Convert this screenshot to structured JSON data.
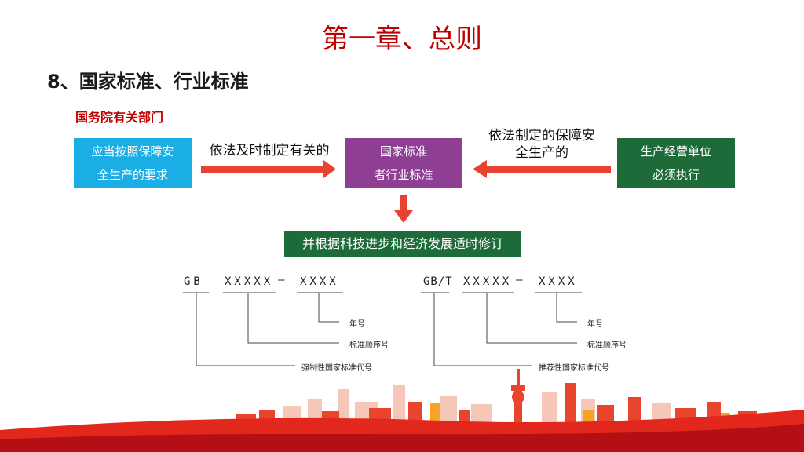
{
  "title": "第一章、总则",
  "section_title": "8、国家标准、行业标准",
  "department_label": "国务院有关部门",
  "flow": {
    "left_box": "应当按照保障安\n全生产的要求",
    "left_arrow_label": "依法及时制定有关的",
    "center_box": "国家标准\n者行业标准",
    "right_arrow_label": "依法制定的保障安\n全生产的",
    "right_box": "生产经营单位\n必须执行",
    "bottom_box": "并根据科技进步和经济发展适时修订"
  },
  "codes": {
    "left": {
      "prefix": "GB",
      "number": "XXXXX",
      "dash": "—",
      "year": "XXXX",
      "year_label": "年号",
      "seq_label": "标准顺序号",
      "type_label": "强制性国家标准代号"
    },
    "right": {
      "prefix": "GB/T",
      "number": "XXXXX",
      "dash": "—",
      "year": "XXXX",
      "year_label": "年号",
      "seq_label": "标准顺序号",
      "type_label": "推荐性国家标准代号"
    }
  },
  "colors": {
    "title_red": "#c00000",
    "arrow_red": "#e8432f",
    "left_box": "#1aaee4",
    "center_box": "#8e3f93",
    "green_box": "#1e6b3a"
  }
}
